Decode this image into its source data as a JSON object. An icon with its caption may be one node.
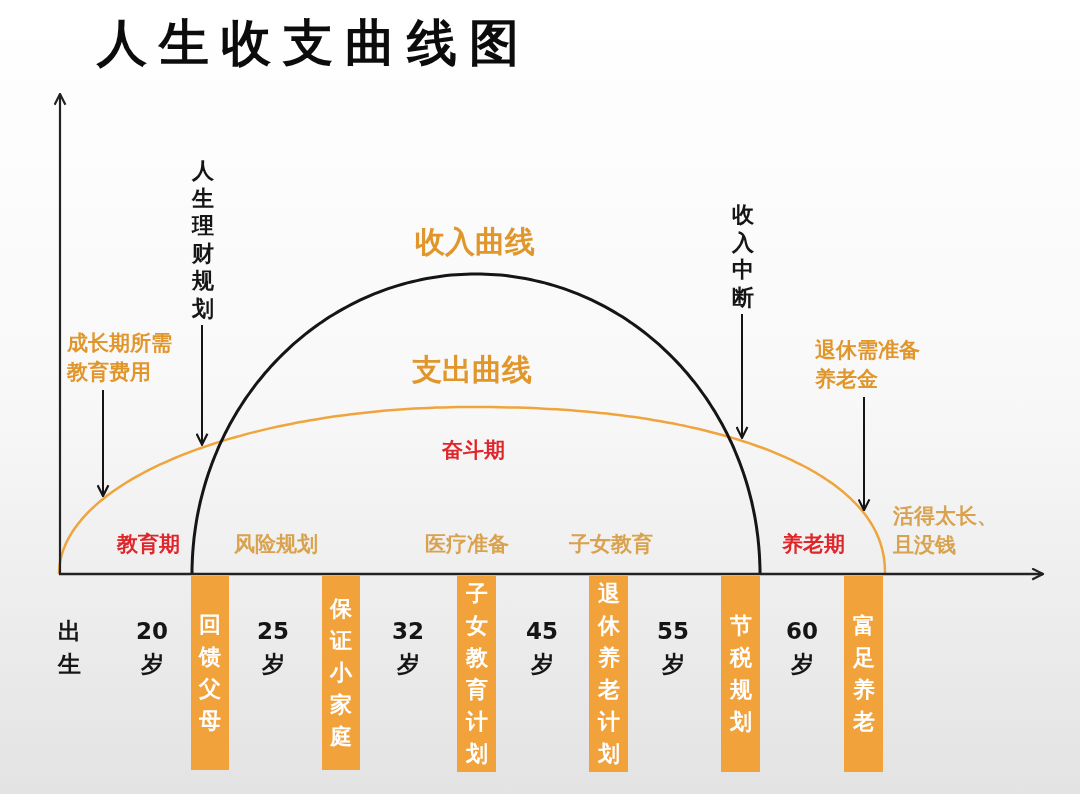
{
  "diagram": {
    "title": "人生收支曲线图",
    "nodes": [
      {
        "text": [
          "人生理财规划"
        ]
      },
      {
        "text": [
          "收入中断"
        ]
      },
      {
        "text": [
          "成长期所需教育费用"
        ]
      },
      {
        "text": [
          "退休需准备养老金"
        ]
      },
      {
        "text": [
          "回馈父母"
        ]
      },
      {
        "text": [
          "保证小家庭"
        ]
      },
      {
        "text": [
          "子女教育计划"
        ]
      },
      {
        "text": [
          "退休养老计划"
        ]
      },
      {
        "text": [
          "节税规划"
        ]
      },
      {
        "text": [
          "富足养老"
        ]
      }
    ],
    "edges": [
      {
        "from": 0,
        "to": null,
        "arrow": "to"
      },
      {
        "from": 1,
        "to": null,
        "arrow": "to"
      },
      {
        "from": 2,
        "to": null,
        "arrow": "to"
      },
      {
        "from": 3,
        "to": null,
        "arrow": "to"
      }
    ],
    "labels": [
      "收入曲线",
      "支出曲线",
      "奋斗期",
      "教育期",
      "风险规划",
      "医疗准备",
      "子女教育",
      "养老期",
      "活得太长、且没钱",
      "出生",
      "20岁",
      "25岁",
      "32岁",
      "45岁",
      "55岁",
      "60岁"
    ]
  }
}
